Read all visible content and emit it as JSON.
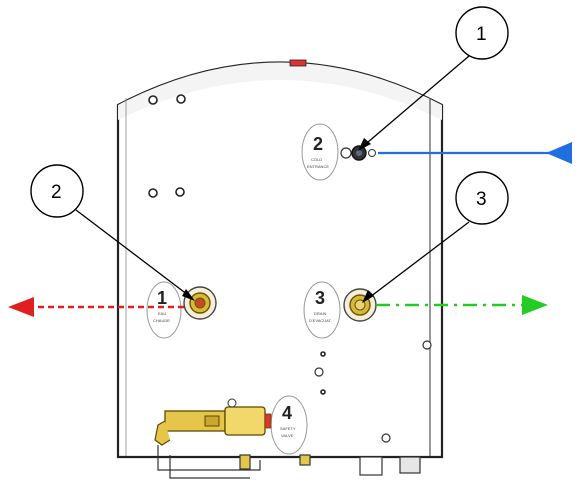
{
  "callouts": [
    {
      "id": "1",
      "label": "1"
    },
    {
      "id": "2",
      "label": "2"
    },
    {
      "id": "3",
      "label": "3"
    }
  ],
  "port_plates": [
    {
      "number": "2",
      "text": "COLD",
      "subtext": "ENTRANCE"
    },
    {
      "number": "1",
      "text": "EAU",
      "subtext": "CHAUDE"
    },
    {
      "number": "3",
      "text": "DRAIN",
      "subtext": "D'EVACUAT."
    },
    {
      "number": "4",
      "text": "SAFETY",
      "subtext": "VALVE"
    }
  ],
  "flows": [
    {
      "id": "cold-inlet",
      "color": "#1f6fe0",
      "direction": "in"
    },
    {
      "id": "hot-outlet",
      "color": "#e02020",
      "direction": "out"
    },
    {
      "id": "drain-outlet",
      "color": "#22cc22",
      "direction": "out"
    }
  ]
}
